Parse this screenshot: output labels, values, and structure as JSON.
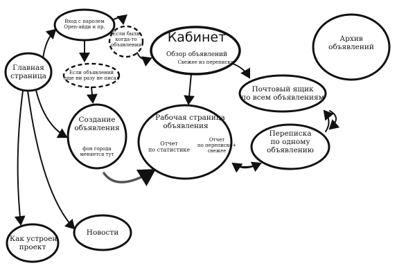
{
  "nodes": {
    "main_page": {
      "line1": "Главная",
      "line2": "страница"
    },
    "login": {
      "line1": "Вход с паролем",
      "line2": "Open-айди и пр."
    },
    "if_had_ads": {
      "line1": "Если были",
      "line2": "когда-то",
      "line3": "объявления"
    },
    "if_no_ads": {
      "line1": "Если объявлений",
      "line2": "еще ни разу не писал"
    },
    "create_ad": {
      "line1": "Создание",
      "line2": "объявления",
      "note1": "фон города",
      "note2": "меняется тут"
    },
    "cabinet": {
      "title": "Кабинет",
      "sub": "Обзор объявлений",
      "note": "Свежее из переписки"
    },
    "ad_workpage": {
      "line1": "Рабочая страница",
      "line2": "объявления",
      "report_stats_1": "Отчет",
      "report_stats_2": "по статистике",
      "report_corr_1": "Отчет",
      "report_corr_2": "по переписке+",
      "report_corr_3": "свежее"
    },
    "mailbox": {
      "line1": "Почтовый ящик",
      "line2": "по всем объявлениям"
    },
    "correspondence": {
      "line1": "Переписка",
      "line2": "по одному",
      "line3": "объявлению"
    },
    "archive": {
      "line1": "Архив",
      "line2": "объявлений"
    },
    "about_project": {
      "line1": "Как устроен",
      "line2": "проект"
    },
    "news": {
      "line1": "Новости"
    }
  }
}
